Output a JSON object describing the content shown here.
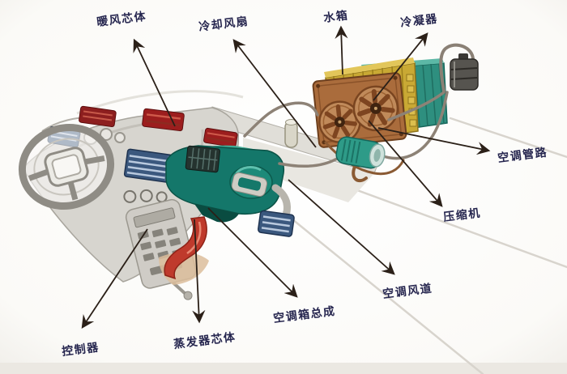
{
  "diagram": {
    "labels": {
      "heater_core": "暖风芯体",
      "cooling_fan": "冷却风扇",
      "radiator": "水箱",
      "condenser": "冷凝器",
      "ac_pipelines": "空调管路",
      "compressor": "压缩机",
      "ac_air_duct": "空调风道",
      "ac_box_assembly": "空调箱总成",
      "evaporator_core": "蒸发器芯体",
      "controller": "控制器"
    },
    "colors": {
      "label_text": "#26264f",
      "arrow": "#2b2018",
      "ac_box_teal": "#14776a",
      "heater_red": "#9c1e1e",
      "radiator_gold": "#c9a934",
      "condenser_teal": "#2e8f7f",
      "fan_shroud_brown": "#aa6c3c",
      "vent_blue": "#3b587e",
      "floor_duct_red": "#bf3a2c"
    }
  }
}
